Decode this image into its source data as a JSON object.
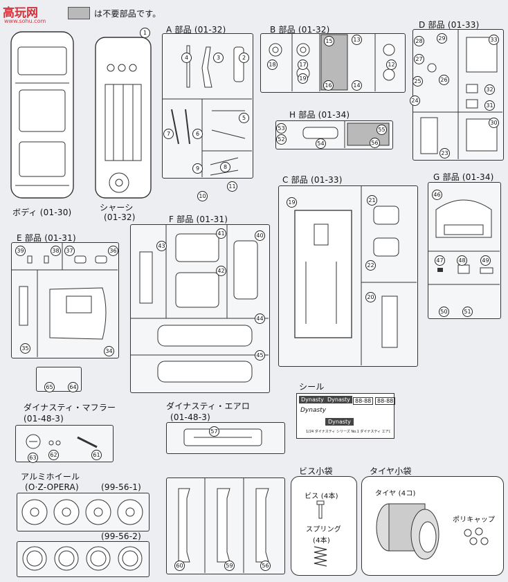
{
  "legend": {
    "text": "は不要部品です。"
  },
  "watermark": {
    "logo": "高玩网",
    "url": "www.sohu.com"
  },
  "body": {
    "label": "ボディ (01-30)"
  },
  "chassis": {
    "label": "シャーシ",
    "code": "(01-32)"
  },
  "sections": {
    "A": "A 部品 (01-32)",
    "B": "B 部品 (01-32)",
    "D": "D 部品 (01-33)",
    "H": "H 部品 (01-34)",
    "C": "C 部品 (01-33)",
    "G": "G 部品 (01-34)",
    "E": "E 部品 (01-31)",
    "F": "F 部品 (01-31)"
  },
  "seal": {
    "label": "シール",
    "brand": "Dynasty",
    "code": "88-88",
    "footer": "1/24 ダイナスティ シリーズ No.1 ダイナスティ エアロ"
  },
  "muffler": {
    "title": "ダイナスティ・マフラー",
    "code": "(01-48-3)"
  },
  "aero": {
    "title": "ダイナスティ・エアロ",
    "code": "(01-48-3)"
  },
  "wheels": {
    "title": "アルミホイール",
    "model": "(O·Z-OPERA)",
    "code1": "(99-56-1)",
    "code2": "(99-56-2)"
  },
  "screws": {
    "title": "ビス小袋",
    "screw_label": "ビス (4本)",
    "spring_label": "スプリング",
    "spring_count": "(4本)"
  },
  "tires": {
    "title": "タイヤ小袋",
    "tire_label": "タイヤ (4コ)",
    "cap_label": "ポリキャップ"
  },
  "part_numbers": {
    "n1": "1",
    "n2": "2",
    "n3": "3",
    "n4": "4",
    "n5": "5",
    "n6": "6",
    "n7": "7",
    "n8": "8",
    "n9": "9",
    "n10": "10",
    "n11": "11",
    "n12": "12",
    "n13": "13",
    "n14": "14",
    "n15": "15",
    "n16": "16",
    "n17": "17",
    "n18": "18",
    "n19": "19",
    "n20": "20",
    "n21": "21",
    "n22": "22",
    "n23": "23",
    "n24": "24",
    "n25": "25",
    "n26": "26",
    "n27": "27",
    "n28": "28",
    "n29": "29",
    "n30": "30",
    "n31": "31",
    "n32": "32",
    "n33": "33",
    "n34": "34",
    "n35": "35",
    "n36": "36",
    "n37": "37",
    "n38": "38",
    "n39": "39",
    "n40": "40",
    "n41": "41",
    "n42": "42",
    "n43": "43",
    "n44": "44",
    "n45": "45",
    "n46": "46",
    "n47": "47",
    "n48": "48",
    "n49": "49",
    "n50": "50",
    "n51": "51",
    "n52": "52",
    "n53": "53",
    "n54": "54",
    "n55": "55",
    "n56": "56",
    "n57": "57",
    "n59": "59",
    "n60": "60",
    "n61": "61",
    "n62": "62",
    "n63": "63",
    "n64": "64",
    "n65": "65"
  },
  "colors": {
    "unused_fill": "#b9b9b9",
    "line": "#333333",
    "watermark": "#d4323a"
  }
}
